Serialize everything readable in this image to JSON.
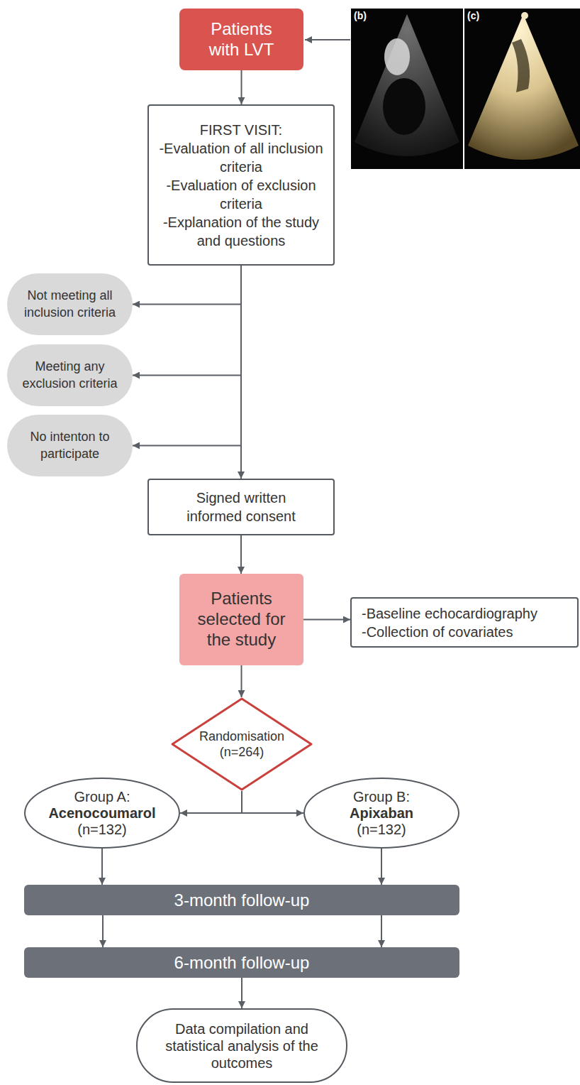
{
  "diagram": {
    "nodes": [
      {
        "text": [
          "Patients with LVT"
        ]
      },
      {
        "text": [
          "FIRST VISIT:",
          "-Evaluation of all inclusion criteria",
          "-Evaluation of exclusion criteria",
          "-Explanation of the study and questions"
        ]
      },
      {
        "text": [
          "Not meeting all inclusion criteria"
        ]
      },
      {
        "text": [
          "Meeting any exclusion criteria"
        ]
      },
      {
        "text": [
          "No intenton to participate"
        ]
      },
      {
        "text": [
          "Signed written informed consent"
        ]
      },
      {
        "text": [
          "Patients selected for the study"
        ]
      },
      {
        "text": [
          "-Baseline echocardiography",
          "-Collection of covariates"
        ]
      },
      {
        "text": [
          "Randomisation",
          "(n=264)"
        ]
      },
      {
        "text": [
          "Group A:",
          "Acenocoumarol",
          "(n=132)"
        ]
      },
      {
        "text": [
          "Group B:",
          "Apixaban",
          "(n=132)"
        ]
      },
      {
        "text": [
          "3-month follow-up"
        ]
      },
      {
        "text": [
          "6-month follow-up"
        ]
      },
      {
        "text": [
          "Data compilation and statistical analysis of the outcomes"
        ]
      }
    ],
    "edges": [
      {
        "from": 0,
        "to": 1,
        "arrow": "to"
      },
      {
        "from": 1,
        "to": 2,
        "arrow": "to"
      },
      {
        "from": 1,
        "to": 3,
        "arrow": "to"
      },
      {
        "from": 1,
        "to": 4,
        "arrow": "to"
      },
      {
        "from": 1,
        "to": 5,
        "arrow": "to"
      },
      {
        "from": 5,
        "to": 6,
        "arrow": "to"
      },
      {
        "from": 6,
        "to": 7,
        "arrow": "to"
      },
      {
        "from": 6,
        "to": 8,
        "arrow": "to"
      },
      {
        "from": 8,
        "to": 9,
        "arrow": "to"
      },
      {
        "from": 8,
        "to": 10,
        "arrow": "to"
      },
      {
        "from": 9,
        "to": 11,
        "arrow": "to"
      },
      {
        "from": 10,
        "to": 11,
        "arrow": "to"
      },
      {
        "from": 11,
        "to": 12,
        "arrow": "to"
      },
      {
        "from": 11,
        "to": 12,
        "arrow": "to"
      },
      {
        "from": 12,
        "to": 13,
        "arrow": "to"
      }
    ],
    "labels": [
      "(b)",
      "(c)"
    ]
  }
}
